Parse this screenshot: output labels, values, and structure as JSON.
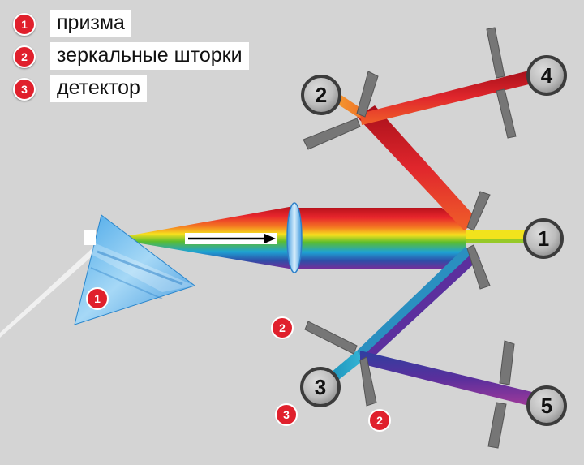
{
  "legend": [
    {
      "number": "1",
      "text": "призма"
    },
    {
      "number": "2",
      "text": "зеркальные шторки"
    },
    {
      "number": "3",
      "text": "детектор"
    }
  ],
  "detectors": [
    "1",
    "2",
    "3",
    "4",
    "5"
  ],
  "markers": {
    "prism": "1",
    "mirror_lower": "2",
    "mirror_bottom": "2",
    "detector": "3"
  },
  "colors": {
    "background": "#d4d4d4",
    "marker_red": "#e0202c",
    "prism_blue": "#5fb4ea",
    "detector_gray": "#6e6e6e",
    "shutter_gray": "#767676",
    "arrow": "#000000"
  }
}
